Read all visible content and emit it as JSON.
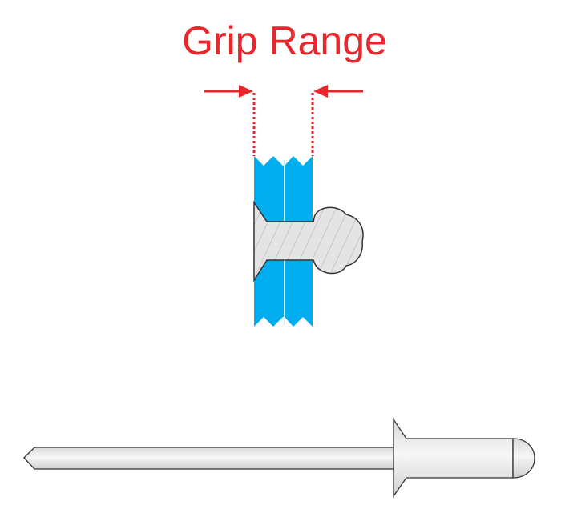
{
  "title": "Grip Range",
  "colors": {
    "accent": "#e8262b",
    "material": "#00aeef",
    "rivet": "#e6e6e6",
    "outline": "#333333"
  },
  "labels": {
    "installed": "installed-rivet",
    "uninstalled": "blind-rivet"
  }
}
